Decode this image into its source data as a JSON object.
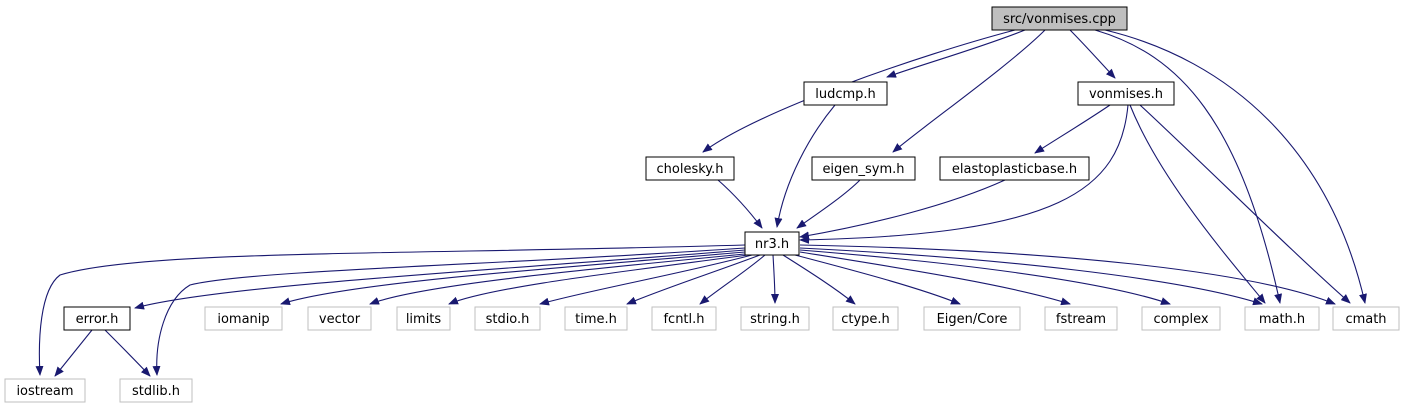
{
  "colors": {
    "edge": "#191970",
    "root_fill": "#bfbfbf",
    "node_border": "#000000",
    "external_border": "#bfbfbf",
    "text": "#000000",
    "background": "#ffffff"
  },
  "nodes": [
    {
      "id": "vonmises_cpp",
      "label": "src/vonmises.cpp",
      "kind": "root"
    },
    {
      "id": "cholesky",
      "label": "cholesky.h",
      "kind": "internal"
    },
    {
      "id": "ludcmp",
      "label": "ludcmp.h",
      "kind": "internal"
    },
    {
      "id": "eigen_sym",
      "label": "eigen_sym.h",
      "kind": "internal"
    },
    {
      "id": "vonmises_h",
      "label": "vonmises.h",
      "kind": "internal"
    },
    {
      "id": "elastoplasticbase",
      "label": "elastoplasticbase.h",
      "kind": "internal"
    },
    {
      "id": "nr3",
      "label": "nr3.h",
      "kind": "internal"
    },
    {
      "id": "error",
      "label": "error.h",
      "kind": "internal"
    },
    {
      "id": "iomanip",
      "label": "iomanip",
      "kind": "external"
    },
    {
      "id": "vector",
      "label": "vector",
      "kind": "external"
    },
    {
      "id": "limits",
      "label": "limits",
      "kind": "external"
    },
    {
      "id": "stdio",
      "label": "stdio.h",
      "kind": "external"
    },
    {
      "id": "time",
      "label": "time.h",
      "kind": "external"
    },
    {
      "id": "fcntl",
      "label": "fcntl.h",
      "kind": "external"
    },
    {
      "id": "string",
      "label": "string.h",
      "kind": "external"
    },
    {
      "id": "ctype",
      "label": "ctype.h",
      "kind": "external"
    },
    {
      "id": "eigen_core",
      "label": "Eigen/Core",
      "kind": "external"
    },
    {
      "id": "fstream",
      "label": "fstream",
      "kind": "external"
    },
    {
      "id": "complex",
      "label": "complex",
      "kind": "external"
    },
    {
      "id": "math",
      "label": "math.h",
      "kind": "external"
    },
    {
      "id": "cmath",
      "label": "cmath",
      "kind": "external"
    },
    {
      "id": "iostream",
      "label": "iostream",
      "kind": "external"
    },
    {
      "id": "stdlib",
      "label": "stdlib.h",
      "kind": "external"
    }
  ],
  "edges": [
    {
      "from": "vonmises_cpp",
      "to": "cholesky"
    },
    {
      "from": "vonmises_cpp",
      "to": "ludcmp"
    },
    {
      "from": "vonmises_cpp",
      "to": "eigen_sym"
    },
    {
      "from": "vonmises_cpp",
      "to": "vonmises_h"
    },
    {
      "from": "vonmises_cpp",
      "to": "math"
    },
    {
      "from": "vonmises_cpp",
      "to": "cmath"
    },
    {
      "from": "cholesky",
      "to": "nr3"
    },
    {
      "from": "ludcmp",
      "to": "nr3"
    },
    {
      "from": "eigen_sym",
      "to": "nr3"
    },
    {
      "from": "vonmises_h",
      "to": "elastoplasticbase"
    },
    {
      "from": "vonmises_h",
      "to": "nr3"
    },
    {
      "from": "vonmises_h",
      "to": "math"
    },
    {
      "from": "vonmises_h",
      "to": "cmath"
    },
    {
      "from": "elastoplasticbase",
      "to": "nr3"
    },
    {
      "from": "nr3",
      "to": "iostream"
    },
    {
      "from": "nr3",
      "to": "stdlib"
    },
    {
      "from": "nr3",
      "to": "error"
    },
    {
      "from": "nr3",
      "to": "iomanip"
    },
    {
      "from": "nr3",
      "to": "vector"
    },
    {
      "from": "nr3",
      "to": "limits"
    },
    {
      "from": "nr3",
      "to": "stdio"
    },
    {
      "from": "nr3",
      "to": "time"
    },
    {
      "from": "nr3",
      "to": "fcntl"
    },
    {
      "from": "nr3",
      "to": "string"
    },
    {
      "from": "nr3",
      "to": "ctype"
    },
    {
      "from": "nr3",
      "to": "eigen_core"
    },
    {
      "from": "nr3",
      "to": "fstream"
    },
    {
      "from": "nr3",
      "to": "complex"
    },
    {
      "from": "nr3",
      "to": "math"
    },
    {
      "from": "nr3",
      "to": "cmath"
    },
    {
      "from": "error",
      "to": "iostream"
    },
    {
      "from": "error",
      "to": "stdlib"
    }
  ]
}
